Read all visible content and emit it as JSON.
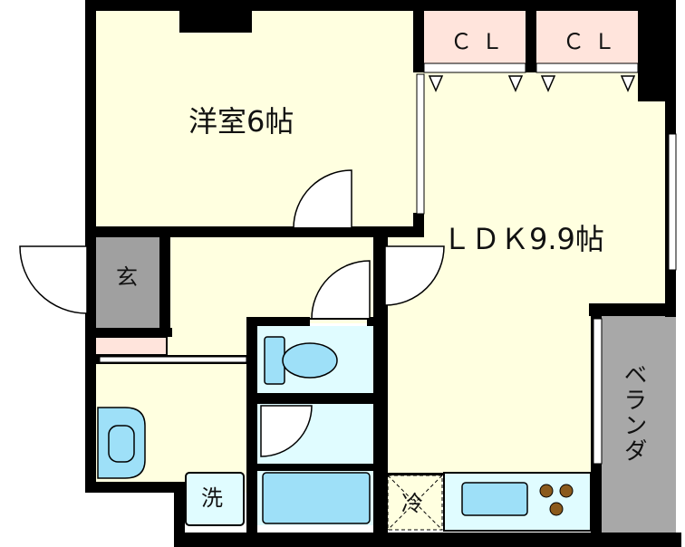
{
  "rooms": {
    "western_room": "洋室6帖",
    "ldk": "ＬＤＫ9.9帖",
    "closet_1": "ＣＬ",
    "closet_2": "ＣＬ",
    "entrance": "玄",
    "washer": "洗",
    "fridge": "冷",
    "balcony": "ベランダ"
  },
  "colors": {
    "wall": "#000000",
    "floor": "#ffffe0",
    "closet": "#ffe4dc",
    "wet_area": "#e0fcff",
    "entrance": "#a0a0a0",
    "balcony": "#a8a8a8",
    "fixture": "#9ee0f8",
    "burner": "#8b5a1c"
  }
}
